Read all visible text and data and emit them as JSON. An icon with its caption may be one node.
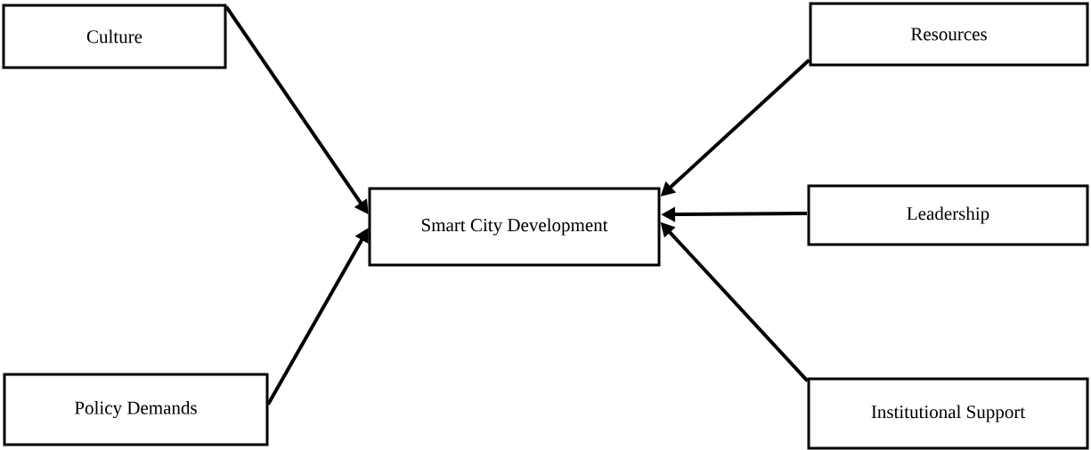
{
  "diagram": {
    "nodes": [
      {
        "text": [
          "Culture"
        ]
      },
      {
        "text": [
          "Policy Demands"
        ]
      },
      {
        "text": [
          "Smart City Development"
        ]
      },
      {
        "text": [
          "Resources"
        ]
      },
      {
        "text": [
          "Leadership"
        ]
      },
      {
        "text": [
          "Institutional Support"
        ]
      }
    ],
    "edges": [
      {
        "from": 0,
        "to": 2,
        "arrow": "to"
      },
      {
        "from": 1,
        "to": 2,
        "arrow": "to"
      },
      {
        "from": 3,
        "to": 2,
        "arrow": "to"
      },
      {
        "from": 4,
        "to": 2,
        "arrow": "to"
      },
      {
        "from": 5,
        "to": 2,
        "arrow": "to"
      }
    ]
  }
}
